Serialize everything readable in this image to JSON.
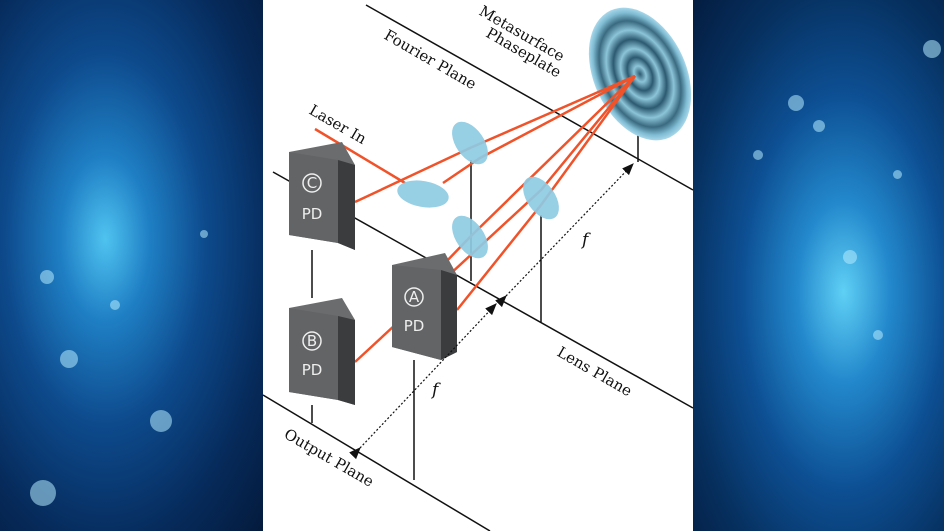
{
  "labels": {
    "phaseplate_line1": "Metasurface",
    "phaseplate_line2": "Phaseplate",
    "fourier_plane": "Fourier Plane",
    "laser_in": "Laser In",
    "lens_plane": "Lens Plane",
    "output_plane": "Output Plane",
    "focal_length_1": "f",
    "focal_length_2": "f"
  },
  "detectors": [
    {
      "id": "C",
      "label": "PD"
    },
    {
      "id": "B",
      "label": "PD"
    },
    {
      "id": "A",
      "label": "PD"
    }
  ],
  "colors": {
    "beam": "#f0532a",
    "lens": "#8fcbe3",
    "detector": "#5f6163",
    "background": "#0d4a8c"
  }
}
